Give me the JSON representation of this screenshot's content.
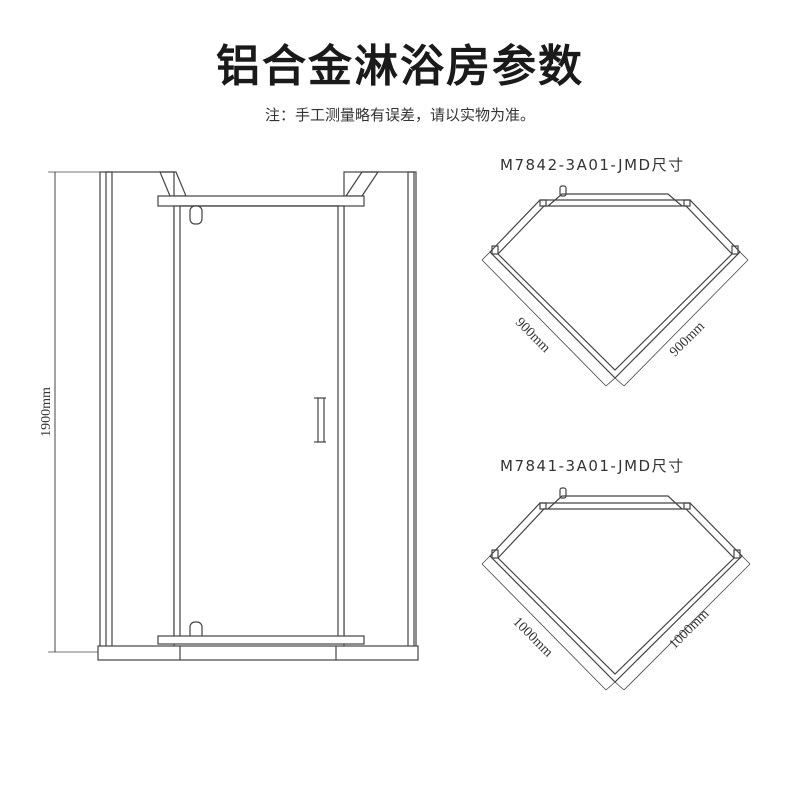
{
  "title": "铝合金淋浴房参数",
  "note": "注：手工测量略有误差，请以实物为准。",
  "front_view": {
    "height_label": "1900mm"
  },
  "models": [
    {
      "name": "M7842-3A01-JMD尺寸",
      "side_a": "900mm",
      "side_b": "900mm"
    },
    {
      "name": "M7841-3A01-JMD尺寸",
      "side_a": "1000mm",
      "side_b": "1000mm"
    }
  ]
}
